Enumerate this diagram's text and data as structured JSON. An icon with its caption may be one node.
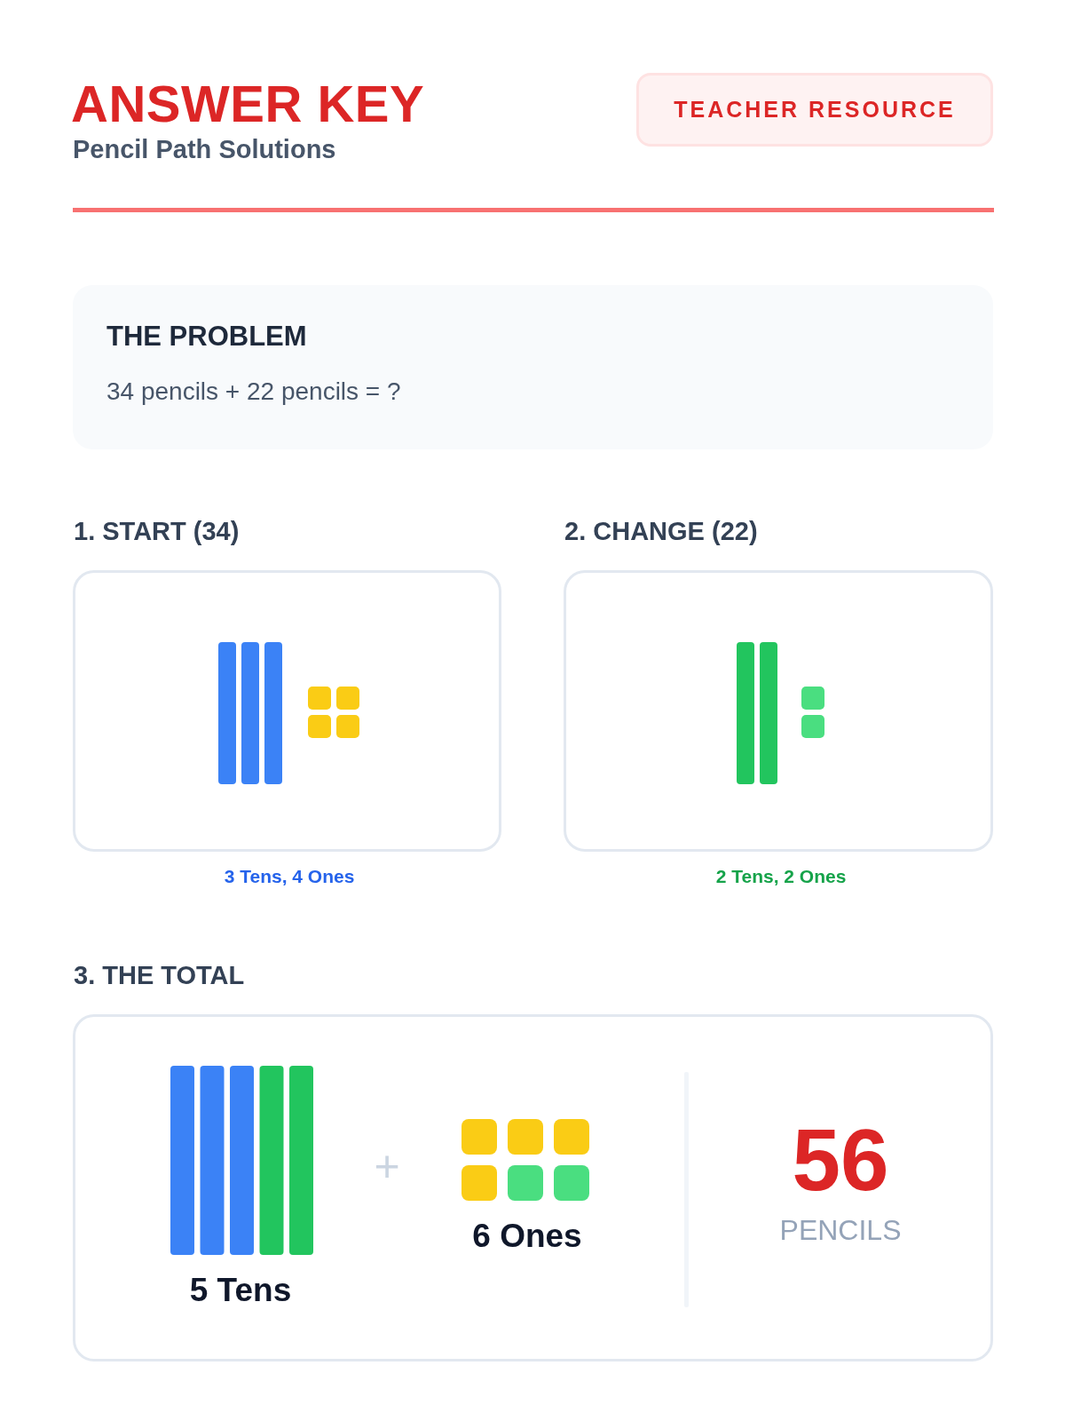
{
  "diagram": {
    "title": "ANSWER KEY",
    "nodes": [
      {
        "text": [
          "TEACHER RESOURCE"
        ]
      },
      {
        "text": [
          "THE PROBLEM",
          "34 pencils + 22 pencils = ?"
        ]
      },
      {
        "text": [
          "1. START (34)"
        ],
        "beside": [
          "3 Tens, 4 Ones"
        ]
      },
      {
        "text": [
          "2. CHANGE (22)"
        ],
        "beside": [
          "2 Tens, 2 Ones"
        ]
      },
      {
        "text": [
          "3. THE TOTAL",
          "5 Tens",
          "+",
          "6 Ones",
          "56",
          "PENCILS"
        ]
      }
    ],
    "edges": [],
    "labels": [
      "Pencil Path Solutions"
    ]
  }
}
